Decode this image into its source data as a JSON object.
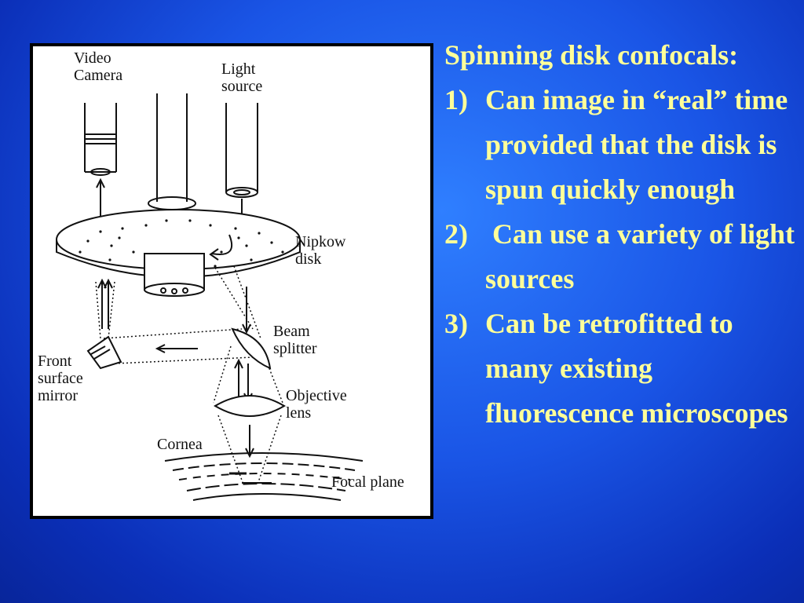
{
  "diagram": {
    "labels": {
      "video_camera": "Video\nCamera",
      "light_source": "Light\nsource",
      "nipkow_disk": "Nipkow\ndisk",
      "beam_splitter": "Beam\nsplitter",
      "front_surface_mirror": "Front\nsurface\nmirror",
      "objective_lens": "Objective\nlens",
      "cornea": "Cornea",
      "focal_plane": "Focal plane"
    }
  },
  "text": {
    "heading": "Spinning disk confocals:",
    "items": [
      {
        "num": "1)",
        "text": "Can image in “real” time provided that the disk is spun quickly enough"
      },
      {
        "num": "2)",
        "text": " Can use a variety of light sources"
      },
      {
        "num": "3)",
        "text": "Can be retrofitted to many existing fluorescence microscopes"
      }
    ]
  },
  "colors": {
    "background": "#1a55e6",
    "text": "#ffff99",
    "figure_border": "#000000"
  }
}
